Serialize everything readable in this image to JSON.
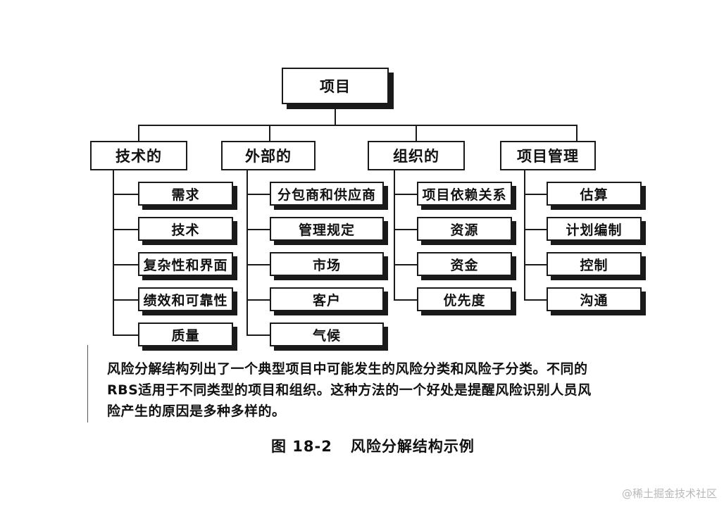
{
  "root": "项目",
  "categories": [
    {
      "label": "技术的",
      "items": [
        "需求",
        "技术",
        "复杂性和界面",
        "绩效和可靠性",
        "质量"
      ]
    },
    {
      "label": "外部的",
      "items": [
        "分包商和供应商",
        "管理规定",
        "市场",
        "客户",
        "气候"
      ]
    },
    {
      "label": "组织的",
      "items": [
        "项目依赖关系",
        "资源",
        "资金",
        "优先度"
      ]
    },
    {
      "label": "项目管理",
      "items": [
        "估算",
        "计划编制",
        "控制",
        "沟通"
      ]
    }
  ],
  "caption": {
    "lines": [
      "风险分解结构列出了一个典型项目中可能发生的风险分类和风险子分类。不同的",
      "RBS适用于不同类型的项目和组织。这种方法的一个好处是提醒风险识别人员风",
      "险产生的原因是多种多样的。"
    ]
  },
  "figure": {
    "number": "图 18-2",
    "title": "风险分解结构示例"
  },
  "watermark": "@稀土掘金技术社区"
}
